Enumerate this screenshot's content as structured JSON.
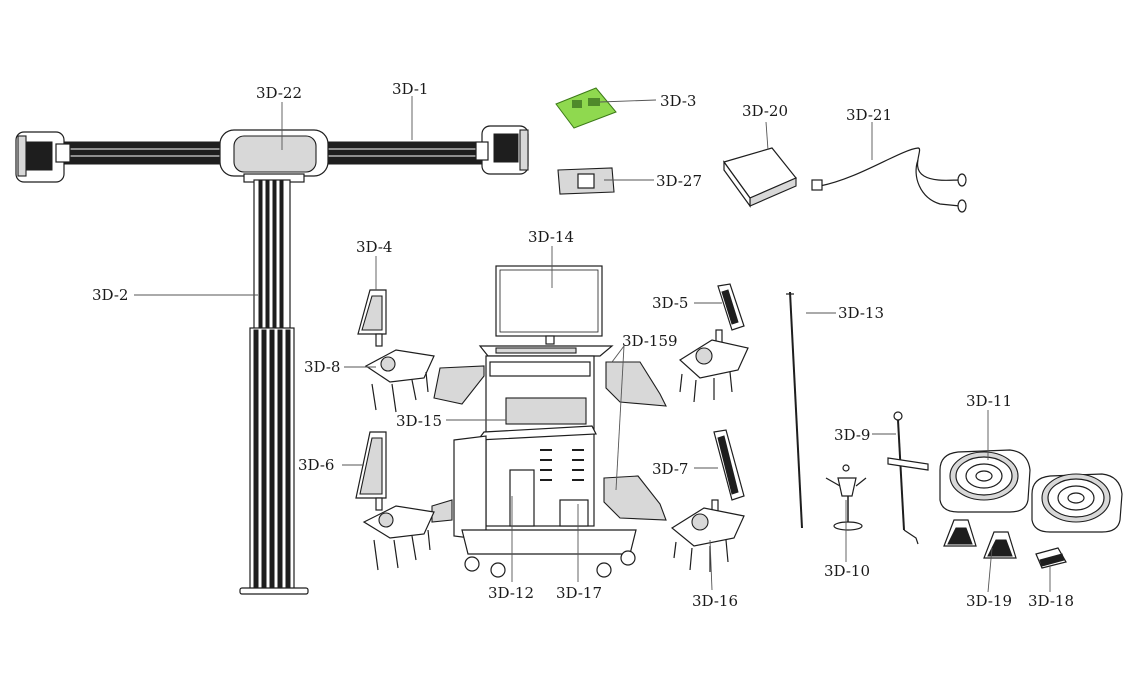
{
  "labels": {
    "l_3d22": "3D-22",
    "l_3d1": "3D-1",
    "l_3d3": "3D-3",
    "l_3d20": "3D-20",
    "l_3d21": "3D-21",
    "l_3d27": "3D-27",
    "l_3d14": "3D-14",
    "l_3d4": "3D-4",
    "l_3d2": "3D-2",
    "l_3d5": "3D-5",
    "l_3d13": "3D-13",
    "l_3d8": "3D-8",
    "l_3d159": "3D-159",
    "l_3d15": "3D-15",
    "l_3d11": "3D-11",
    "l_3d9": "3D-9",
    "l_3d6": "3D-6",
    "l_3d7": "3D-7",
    "l_3d10": "3D-10",
    "l_3d12": "3D-12",
    "l_3d17": "3D-17",
    "l_3d16": "3D-16",
    "l_3d19": "3D-19",
    "l_3d18": "3D-18"
  },
  "colors": {
    "line": "#1e1e1e",
    "leader": "#555555",
    "highlight_part_3d3": "#8fd94f",
    "background": "#ffffff"
  }
}
